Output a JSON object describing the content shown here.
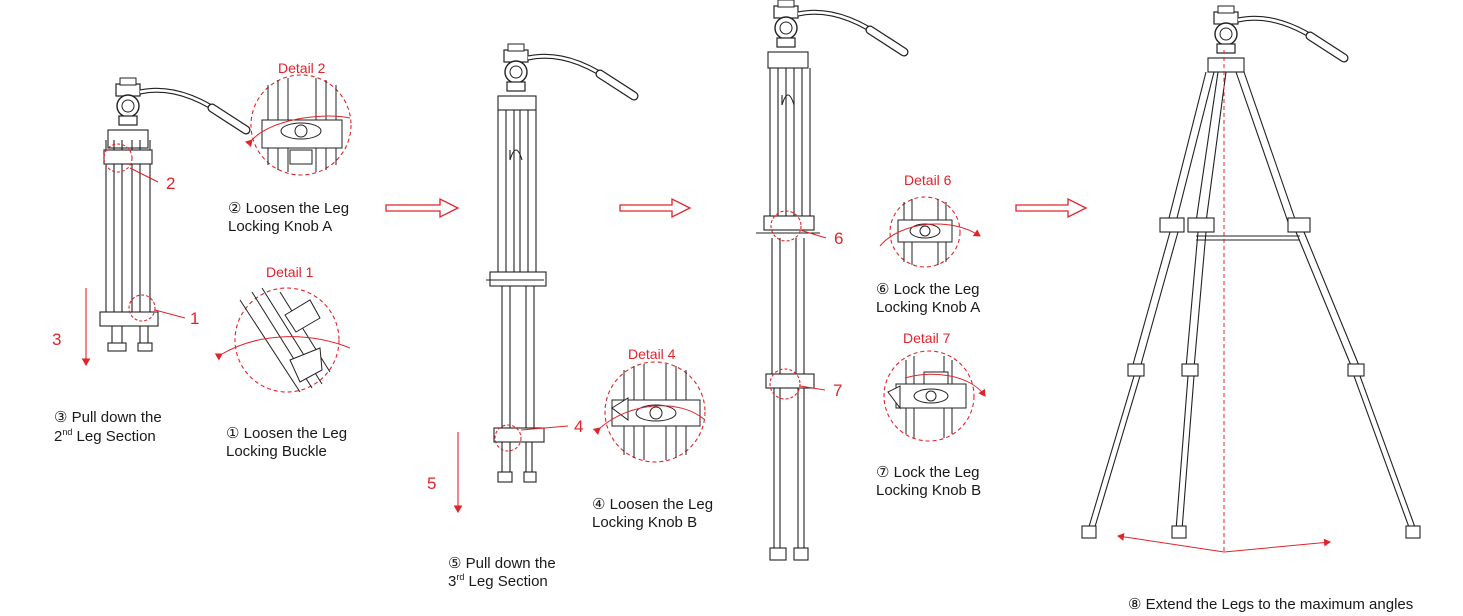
{
  "colors": {
    "accent": "#e0242b",
    "line": "#222222"
  },
  "details": {
    "d2": "Detail 2",
    "d1": "Detail 1",
    "d4": "Detail 4",
    "d6": "Detail 6",
    "d7": "Detail 7"
  },
  "callouts": {
    "c1": "1",
    "c2": "2",
    "c3": "3",
    "c4": "4",
    "c5": "5",
    "c6": "6",
    "c7": "7"
  },
  "captions": {
    "step2": [
      "② Loosen the Leg",
      "Locking Knob A"
    ],
    "step1": [
      "① Loosen the Leg",
      "Locking Buckle"
    ],
    "step3": {
      "line1": "③ Pull down the",
      "line2_num": "2",
      "line2_sup": "nd",
      "line2_rest": " Leg Section"
    },
    "step4": [
      "④ Loosen the Leg",
      "Locking Knob B"
    ],
    "step5": {
      "line1": "⑤ Pull down the",
      "line2_num": "3",
      "line2_sup": "rd",
      "line2_rest": " Leg Section"
    },
    "step6": [
      "⑥ Lock the Leg",
      "Locking Knob A"
    ],
    "step7": [
      "⑦ Lock the Leg",
      "Locking Knob B"
    ],
    "step8": "⑧ Extend the Legs to the maximum angles"
  }
}
